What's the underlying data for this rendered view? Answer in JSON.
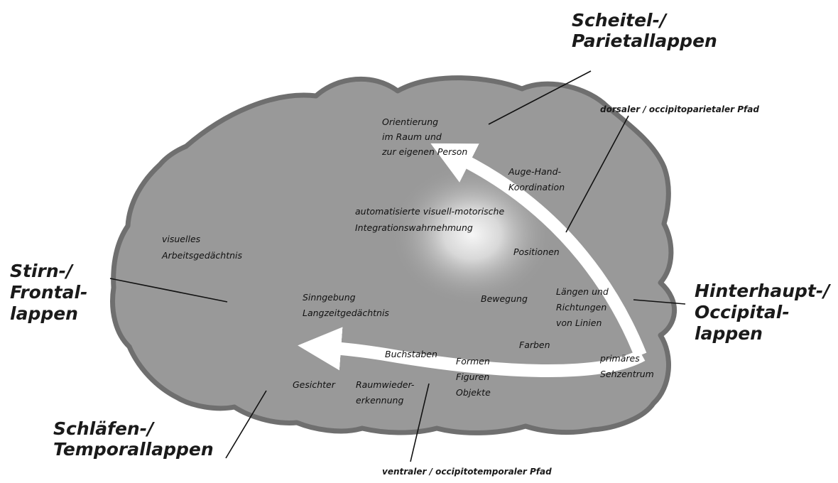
{
  "lobes": {
    "parietal": [
      "Scheitel-/",
      "Parietallappen"
    ],
    "frontal": [
      "Stirn-/",
      "Frontal-",
      "lappen"
    ],
    "occipital": [
      "Hinterhaupt-/",
      "Occipital-",
      "lappen"
    ],
    "temporal": [
      "Schläfen-/",
      "Temporallappen"
    ]
  },
  "pathways": {
    "dorsal": "dorsaler / occipitoparietaler Pfad",
    "ventral": "ventraler / occipitotemporaler Pfad"
  },
  "functions": {
    "orientation": [
      "Orientierung",
      "im Raum und",
      "zur eigenen Person"
    ],
    "eye_hand": [
      "Auge-Hand-",
      "Koordination"
    ],
    "visuomotor": [
      "automatisierte visuell-motorische",
      "Integrationswahrnehmung"
    ],
    "working_memory": [
      "visuelles",
      "Arbeitsgedächtnis"
    ],
    "positions": "Positionen",
    "meaning": [
      "Sinngebung",
      "Langzeitgedächtnis"
    ],
    "movement": "Bewegung",
    "lines": [
      "Längen und",
      "Richtungen",
      "von Linien"
    ],
    "colors": "Farben",
    "letters": "Buchstaben",
    "shapes": [
      "Formen",
      "Figuren",
      "Objekte"
    ],
    "primary_visual": [
      "primäres",
      "Sehzentrum"
    ],
    "faces": "Gesichter",
    "spatial_recognition": [
      "Raumwieder-",
      "erkennung"
    ]
  },
  "colors": {
    "brain_fill": "#999999",
    "brain_outline": "#6f6f6f",
    "arrow": "#ffffff",
    "text": "#111111"
  }
}
